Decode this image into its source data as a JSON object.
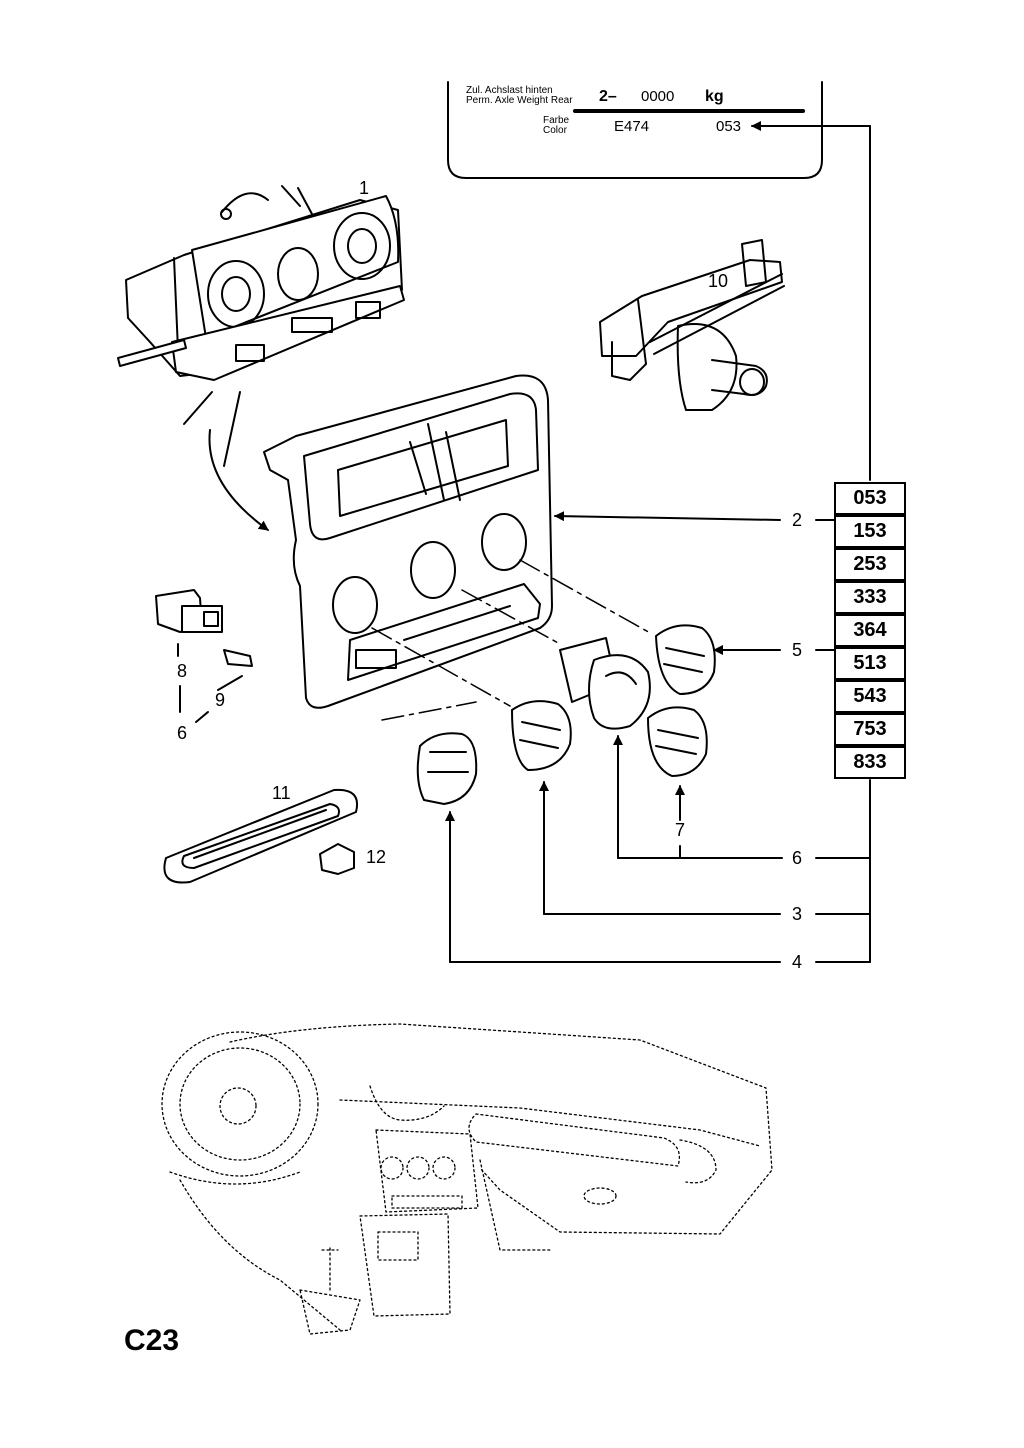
{
  "plate": {
    "axle_label_de": "Zul. Achslast hinten",
    "axle_label_en": "Perm. Axle Weight Rear",
    "axle_prefix": "2–",
    "axle_value": "0000",
    "axle_unit": "kg",
    "color_label_de": "Farbe",
    "color_label_en": "Color",
    "color_code": "E474",
    "color_number": "053"
  },
  "callouts": [
    "1",
    "2",
    "3",
    "4",
    "5",
    "6",
    "6",
    "7",
    "8",
    "9",
    "10",
    "11",
    "12"
  ],
  "color_codes": [
    "053",
    "153",
    "253",
    "333",
    "364",
    "513",
    "543",
    "753",
    "833"
  ],
  "page_id": "C23"
}
